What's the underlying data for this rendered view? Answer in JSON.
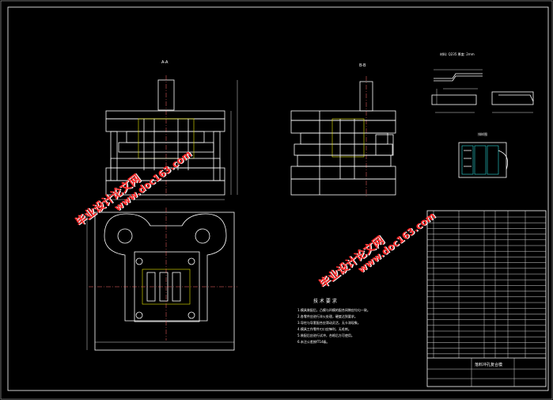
{
  "drawing": {
    "section_labels": {
      "left": "A-A",
      "right": "B-B"
    },
    "part_label": "材料: Q235  厚度: 2mm",
    "layout_label": "排样图",
    "tech_title": "技 术 要 求",
    "tech_notes": [
      "1.模具装配后，凸模与凹模的配合间隙应均匀一致。",
      "2.各零件应进行淬火处理，硬度达到要求。",
      "3.导柱与导套配合应滑动灵活，无卡滞现象。",
      "4.模具工作零件刃口应锋利，无毛刺。",
      "5.装配后应进行试冲，合格后方可使用。",
      "6.未注公差按IT14级。"
    ],
    "title_block": {
      "name": "落料冲孔复合模"
    }
  },
  "watermarks": {
    "primary_text": "毕业设计论文网",
    "secondary_text": "www.doc163.com",
    "color": "#ff2a2a",
    "shadow_color": "#ffffff"
  },
  "colors": {
    "background": "#000000",
    "line": "#ffffff",
    "center_line": "#ff6a6a",
    "highlight": "#e6e600"
  }
}
